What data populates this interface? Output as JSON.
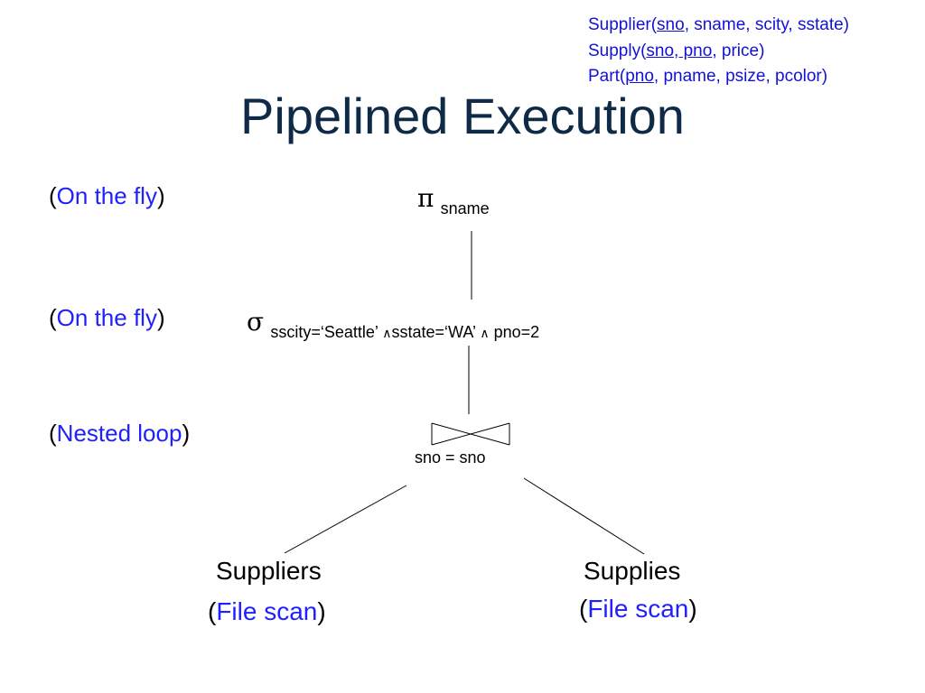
{
  "schema": {
    "supplier": {
      "name": "Supplier(",
      "key": "sno",
      "rest": ", sname, scity, sstate)"
    },
    "supply": {
      "name": "Supply(",
      "key": "sno, pno",
      "rest": ", price)"
    },
    "part": {
      "name": "Part(",
      "key": "pno",
      "rest": ", pname, psize, pcolor)"
    }
  },
  "title": "Pipelined Execution",
  "strategies": {
    "projection": "On the fly",
    "selection": "On the fly",
    "join": "Nested loop"
  },
  "operators": {
    "projection": {
      "symbol": "π",
      "attr": "sname"
    },
    "selection": {
      "symbol": "σ",
      "part1": "sscity=‘Seattle’ ",
      "and1": "∧",
      "part2": "sstate=‘WA’ ",
      "and2": "∧",
      "part3": " pno=2"
    },
    "join": {
      "condition": "sno = sno"
    }
  },
  "leaves": {
    "left": {
      "name": "Suppliers",
      "method": "File scan"
    },
    "right": {
      "name": "Supplies",
      "method": "File scan"
    }
  }
}
